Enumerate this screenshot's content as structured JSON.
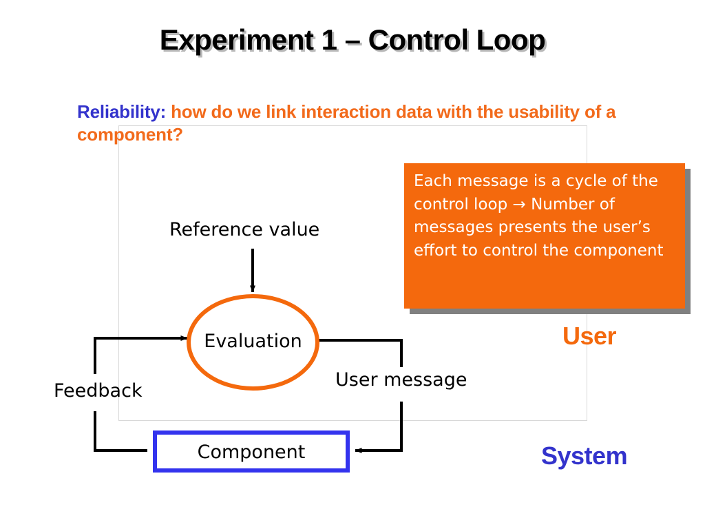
{
  "slide": {
    "title": "Experiment 1 – Control Loop"
  },
  "reliability": {
    "label": "Reliability:",
    "question": " how do we link interaction data with the usability of a component?"
  },
  "callout": {
    "text": "Each message is a cycle of the control loop → Number of messages presents the user’s effort to control the component",
    "background_color": "#F4690D",
    "text_color": "#FFFFFF",
    "shadow_color": "#808080"
  },
  "roles": {
    "user": "User",
    "system": "System",
    "user_color": "#F4690D",
    "system_color": "#3333CC"
  },
  "diagram": {
    "nodes": {
      "evaluation": "Evaluation",
      "component": "Component"
    },
    "labels": {
      "reference_value": "Reference value",
      "feedback": "Feedback",
      "user_message": "User message"
    },
    "colors": {
      "evaluation_border": "#F4690D",
      "component_border": "#3333EE",
      "connector": "#000000"
    }
  },
  "chart_data": {
    "type": "diagram",
    "title": "Experiment 1 – Control Loop",
    "nodes": [
      {
        "id": "evaluation",
        "label": "Evaluation",
        "shape": "ellipse",
        "border_color": "#F4690D",
        "zone": "User"
      },
      {
        "id": "component",
        "label": "Component",
        "shape": "rectangle",
        "border_color": "#3333EE",
        "zone": "System"
      }
    ],
    "edges": [
      {
        "from": "reference-value-input",
        "to": "evaluation",
        "label": "Reference value",
        "direction": "down"
      },
      {
        "from": "evaluation",
        "to": "component",
        "label": "User message",
        "direction": "right-down-left"
      },
      {
        "from": "component",
        "to": "evaluation",
        "label": "Feedback",
        "direction": "left-up-right"
      }
    ],
    "zones": [
      "User",
      "System"
    ]
  }
}
